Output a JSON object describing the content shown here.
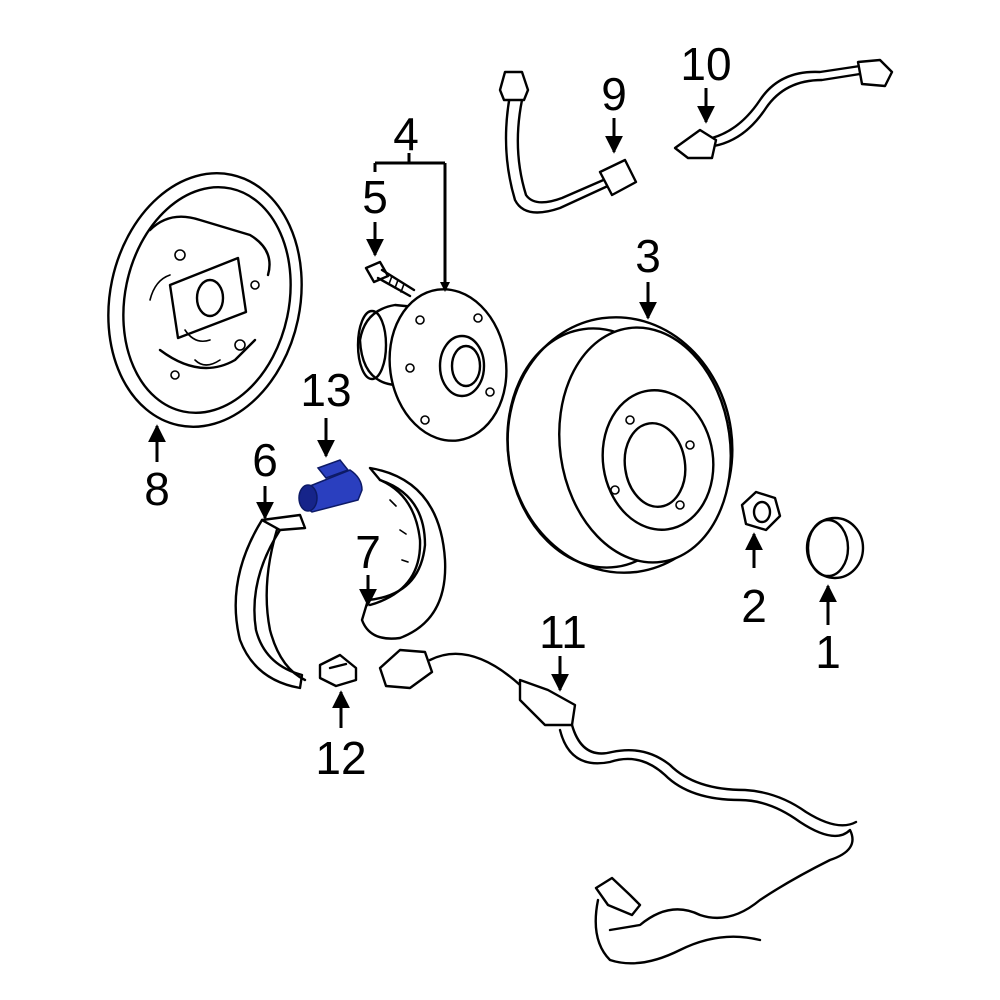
{
  "colors": {
    "background": "#ffffff",
    "line": "#000000",
    "highlight": "#2a3fbf",
    "highlight_dark": "#16248a"
  },
  "callouts": {
    "c1": "1",
    "c2": "2",
    "c3": "3",
    "c4": "4",
    "c5": "5",
    "c6": "6",
    "c7": "7",
    "c8": "8",
    "c9": "9",
    "c10": "10",
    "c11": "11",
    "c12": "12",
    "c13": "13"
  },
  "highlighted_part": "13"
}
